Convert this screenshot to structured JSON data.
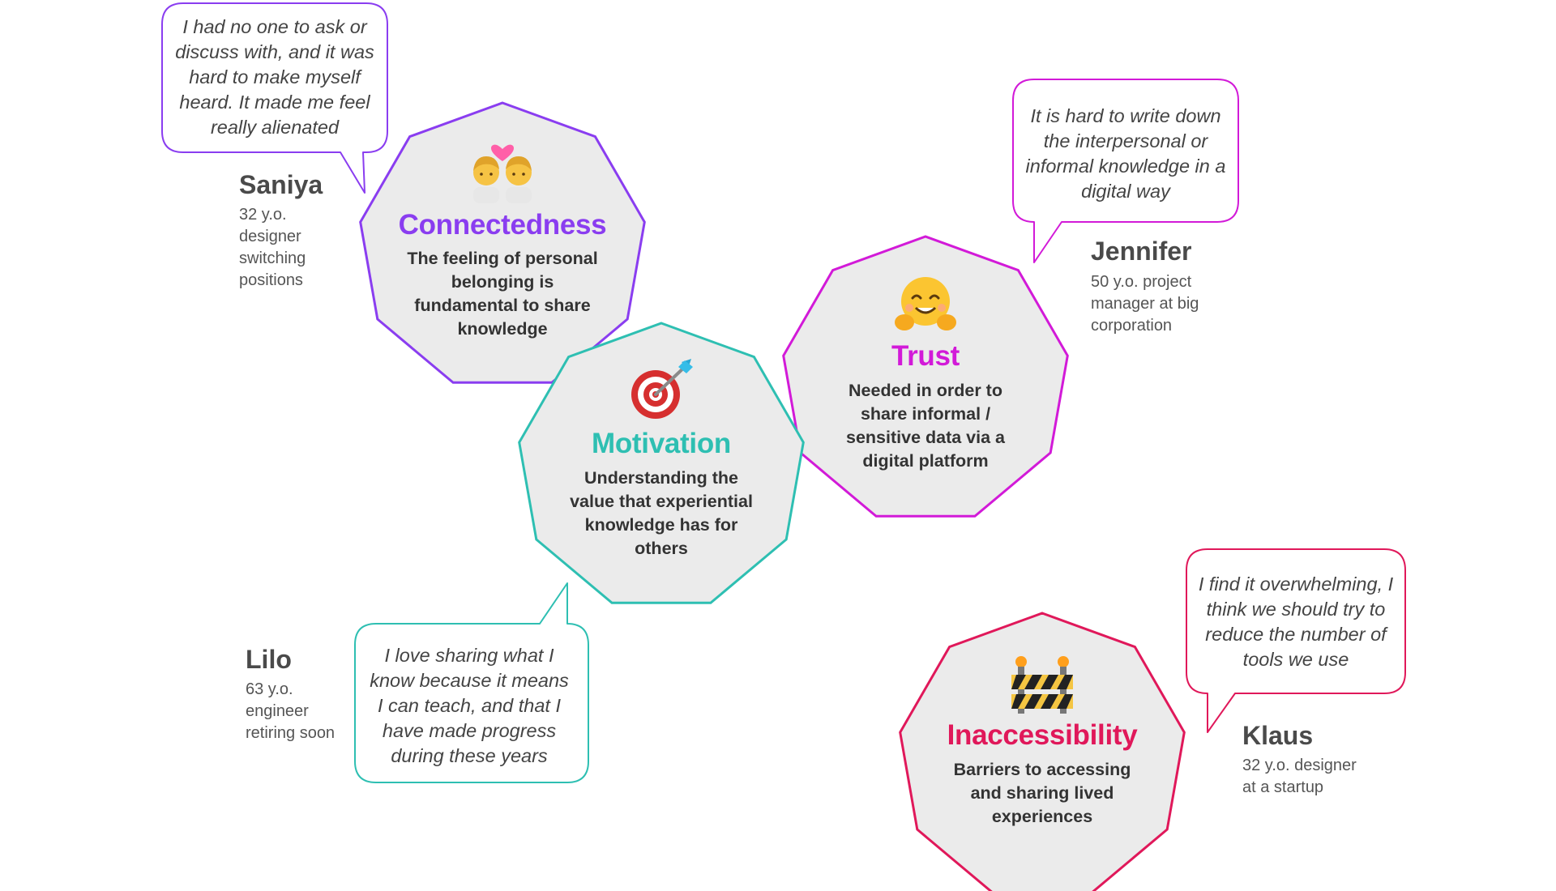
{
  "colors": {
    "connectedness": "#8a3df0",
    "trust": "#d21ad8",
    "motivation": "#2ebfb2",
    "inaccessibility": "#e0185a",
    "fill": "#ebebeb",
    "text_dark": "#333333",
    "text_gray": "#555555"
  },
  "themes": [
    {
      "id": "connectedness",
      "icon": "couple-with-heart-icon",
      "title": "Connectedness",
      "description": "The feeling of personal belonging is fundamental to share knowledge"
    },
    {
      "id": "trust",
      "icon": "hugging-face-icon",
      "title": "Trust",
      "description": "Needed in order to share informal / sensitive data via a digital platform"
    },
    {
      "id": "motivation",
      "icon": "direct-hit-target-icon",
      "title": "Motivation",
      "description": "Understanding the value that experiential knowledge has for others"
    },
    {
      "id": "inaccessibility",
      "icon": "construction-barrier-icon",
      "title": "Inaccessibility",
      "description": "Barriers to accessing and sharing lived experiences"
    }
  ],
  "personas": [
    {
      "name": "Saniya",
      "description": "32 y.o. designer switching positions",
      "quote": "I had no one to ask or discuss with, and it was hard to make myself heard. It made me feel really alienated"
    },
    {
      "name": "Jennifer",
      "description": "50 y.o. project manager at big corporation",
      "quote": "It is hard to write down the interpersonal or informal knowledge in a digital way"
    },
    {
      "name": "Lilo",
      "description": "63 y.o. engineer retiring soon",
      "quote": "I love sharing what I know because it means I can teach, and that I have made progress during these years"
    },
    {
      "name": "Klaus",
      "description": "32 y.o. designer at a startup",
      "quote": "I find it overwhelming, I think we should try to reduce the number of tools we use"
    }
  ]
}
